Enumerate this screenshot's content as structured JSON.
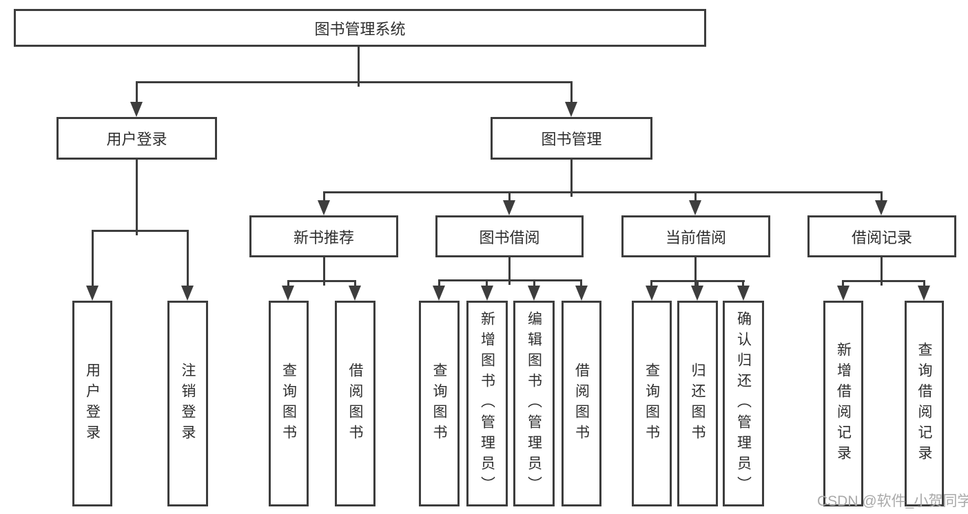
{
  "tree": {
    "label": "图书管理系统",
    "children": [
      {
        "label": "用户登录",
        "children": [
          {
            "label": "用户登录"
          },
          {
            "label": "注销登录"
          }
        ]
      },
      {
        "label": "图书管理",
        "children": [
          {
            "label": "新书推荐",
            "children": [
              {
                "label": "查询图书"
              },
              {
                "label": "借阅图书"
              }
            ]
          },
          {
            "label": "图书借阅",
            "children": [
              {
                "label": "查询图书"
              },
              {
                "label": "新增图书（管理员）"
              },
              {
                "label": "编辑图书（管理员）"
              },
              {
                "label": "借阅图书"
              }
            ]
          },
          {
            "label": "当前借阅",
            "children": [
              {
                "label": "查询图书"
              },
              {
                "label": "归还图书"
              },
              {
                "label": "确认归还（管理员）"
              }
            ]
          },
          {
            "label": "借阅记录",
            "children": [
              {
                "label": "新增借阅记录"
              },
              {
                "label": "查询借阅记录"
              }
            ]
          }
        ]
      }
    ]
  },
  "watermark": {
    "text": "CSDN @软件_小贺同学"
  },
  "colors": {
    "line": "#3d3d3d",
    "text": "#2e2e2e",
    "watermark": "#a9a9a9",
    "background": "#ffffff"
  }
}
